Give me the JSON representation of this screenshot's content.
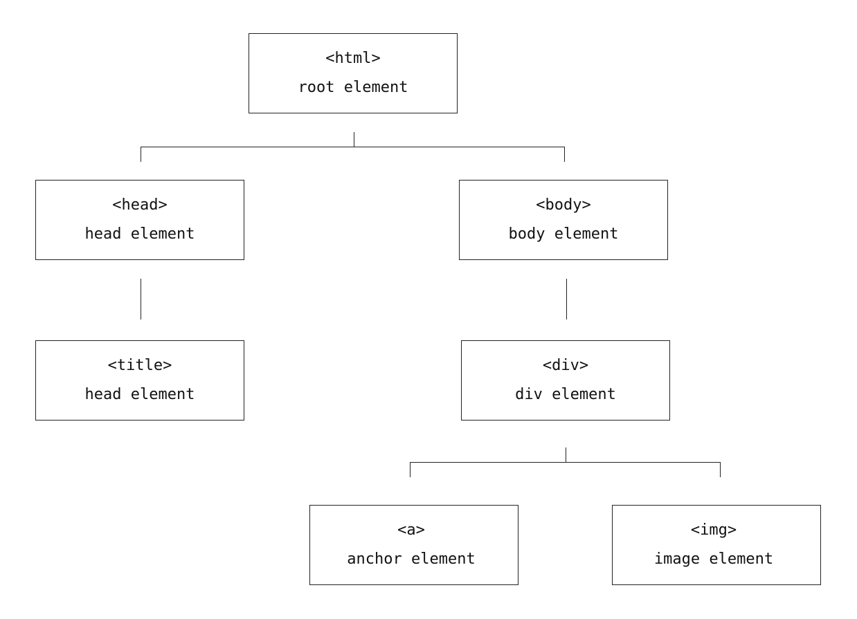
{
  "nodes": {
    "html": {
      "tag": "<html>",
      "desc": "root element"
    },
    "head": {
      "tag": "<head>",
      "desc": "head element"
    },
    "body": {
      "tag": "<body>",
      "desc": "body element"
    },
    "title": {
      "tag": "<title>",
      "desc": "head element"
    },
    "div": {
      "tag": "<div>",
      "desc": "div element"
    },
    "a": {
      "tag": "<a>",
      "desc": "anchor element"
    },
    "img": {
      "tag": "<img>",
      "desc": "image element"
    }
  },
  "colors": {
    "stroke": "#222222",
    "background": "#ffffff",
    "text": "#111111"
  }
}
